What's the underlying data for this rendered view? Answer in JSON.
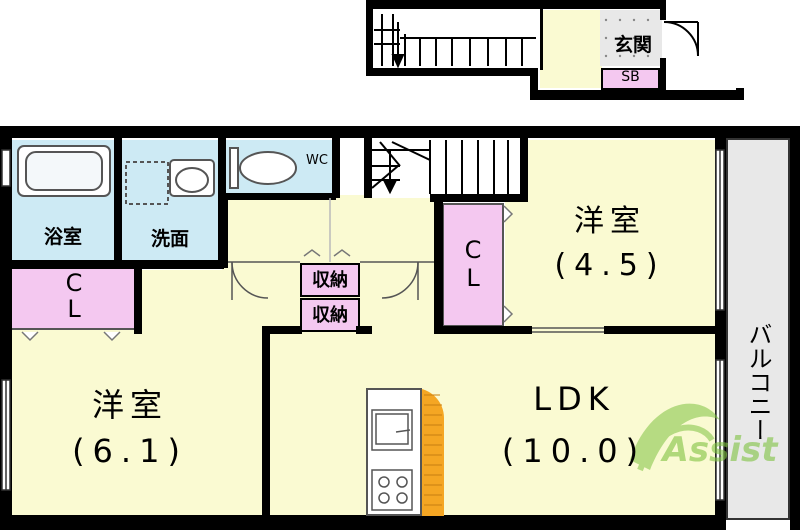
{
  "colors": {
    "wall": "#000000",
    "wet_area": "#cdeaf4",
    "closet": "#f4c8f0",
    "room_floor": "#fafad2",
    "balcony": "#e8e8e8",
    "kitchen_counter": "#f5a623",
    "watermark": "#7fc241"
  },
  "rooms": {
    "entrance": "玄関",
    "shoe_box": "SB",
    "wc": "WC",
    "bath": "浴室",
    "washroom": "洗面",
    "storage_1": "収納",
    "storage_2": "収納",
    "closet_left": "C\nL",
    "closet_center": "C\nL",
    "western_room_small": {
      "name": "洋室",
      "size": "(4.5)"
    },
    "western_room_large": {
      "name": "洋室",
      "size": "(6.1)"
    },
    "ldk": {
      "name": "LDK",
      "size": "(10.0)"
    },
    "balcony": "バルコニー"
  },
  "watermark": {
    "text": "Assist"
  }
}
